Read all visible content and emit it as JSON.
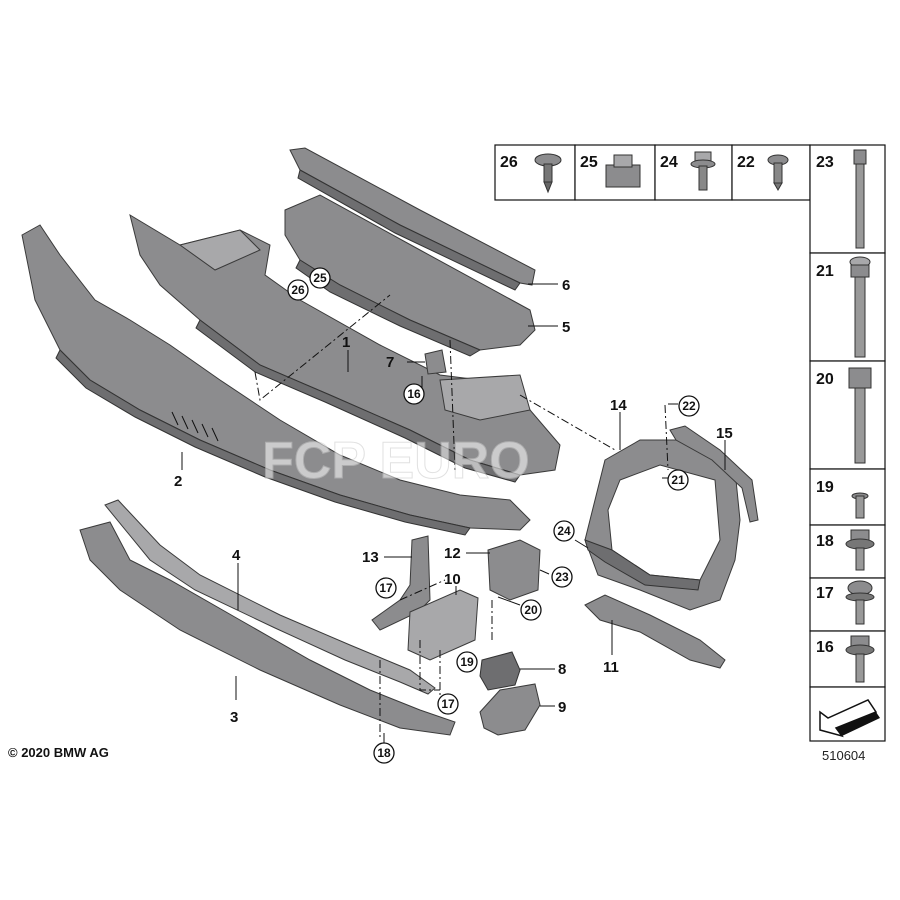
{
  "callouts": {
    "c1": "1",
    "c2": "2",
    "c3": "3",
    "c4": "4",
    "c5": "5",
    "c6": "6",
    "c7": "7",
    "c8": "8",
    "c9": "9",
    "c10": "10",
    "c11": "11",
    "c12": "12",
    "c13": "13",
    "c14": "14",
    "c15": "15"
  },
  "circled": {
    "k25": "25",
    "k26": "26",
    "k16": "16",
    "k22": "22",
    "k21": "21",
    "k17a": "17",
    "k24": "24",
    "k23": "23",
    "k20": "20",
    "k19": "19",
    "k17b": "17",
    "k18": "18"
  },
  "fastener_table": {
    "top_row": [
      "26",
      "25",
      "24",
      "22"
    ],
    "right_column": [
      "23",
      "21",
      "20",
      "19",
      "18",
      "17",
      "16"
    ]
  },
  "watermark": "FCP EURO",
  "copyright": "© 2020 BMW AG",
  "doc_number": "510604"
}
